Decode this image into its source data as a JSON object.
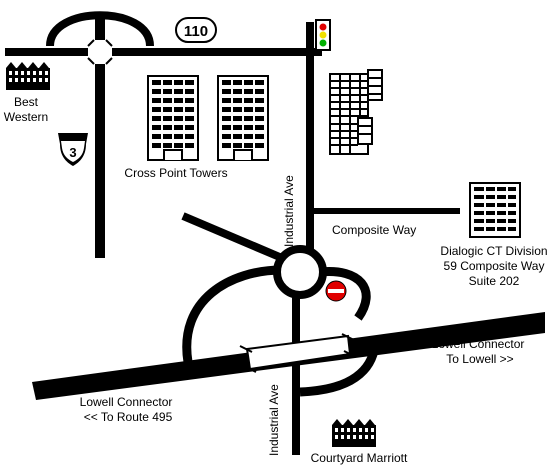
{
  "map": {
    "route_110": "110",
    "route_3": "3",
    "hotels": {
      "best_western": {
        "line1": "Best",
        "line2": "Western"
      },
      "courtyard": "Courtyard Marriott"
    },
    "cross_point_towers": "Cross Point Towers",
    "industrial_ave_north": "Industrial Ave",
    "industrial_ave_south": "Industrial Ave",
    "composite_way": "Composite Way",
    "destination": {
      "line1": "Dialogic CT Division",
      "line2": "59 Composite Way",
      "line3": "Suite 202"
    },
    "lowell_connector_east": {
      "line1": "Lowell Connector",
      "line2": "To Lowell >>"
    },
    "lowell_connector_west": {
      "line1": "Lowell Connector",
      "line2": "<< To Route 495"
    }
  },
  "colors": {
    "road": "#000000",
    "background": "#ffffff",
    "do_not_enter": "#e00000",
    "signal_red": "#e00000",
    "signal_yellow": "#f0e000",
    "signal_green": "#00b000"
  }
}
